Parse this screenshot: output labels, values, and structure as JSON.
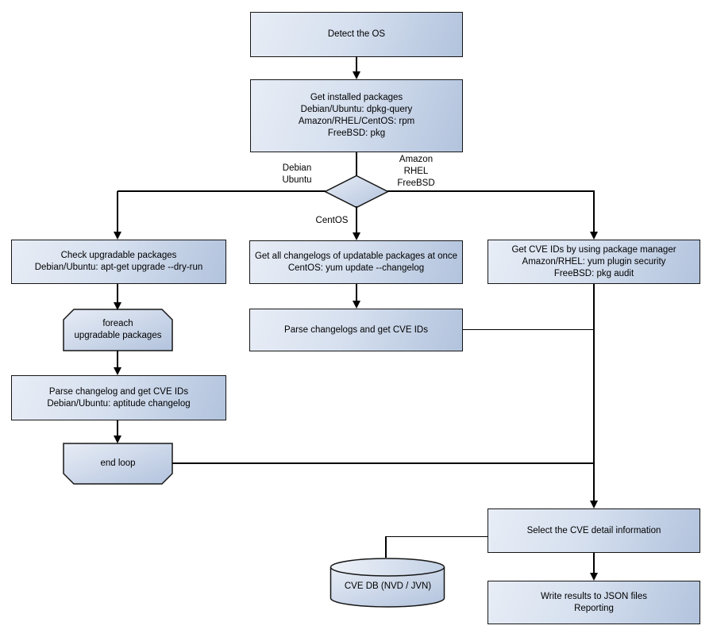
{
  "nodes": {
    "detect_os": {
      "label": "Detect the OS",
      "shape": "rect"
    },
    "get_installed_packages": {
      "label": "Get installed packages\nDebian/Ubuntu: dpkg-query\nAmazon/RHEL/CentOS: rpm\nFreeBSD: pkg",
      "shape": "rect"
    },
    "os_decision": {
      "label": "",
      "shape": "diamond"
    },
    "check_upgradable": {
      "label": "Check upgradable packages\nDebian/Ubuntu: apt-get upgrade --dry-run",
      "shape": "rect"
    },
    "foreach_loop": {
      "label": "foreach\nupgradable  packages",
      "shape": "loop-start"
    },
    "parse_changelog_deb": {
      "label": "Parse changelog and get  CVE IDs\nDebian/Ubuntu: aptitude changelog",
      "shape": "rect"
    },
    "end_loop": {
      "label": "end loop",
      "shape": "loop-end"
    },
    "get_all_changelogs": {
      "label": "Get all changelogs of updatable packages at once\nCentOS: yum update --changelog",
      "shape": "rect"
    },
    "parse_changelogs_centos": {
      "label": "Parse changelogs and get CVE IDs",
      "shape": "rect"
    },
    "get_cve_pkg_mgr": {
      "label": "Get CVE IDs by using package manager\nAmazon/RHEL: yum plugin security\nFreeBSD: pkg audit",
      "shape": "rect"
    },
    "select_cve_detail": {
      "label": "Select the CVE detail information",
      "shape": "rect"
    },
    "cve_db": {
      "label": "CVE DB (NVD / JVN)",
      "shape": "cylinder"
    },
    "write_results": {
      "label": "Write results to JSON files\nReporting",
      "shape": "rect"
    }
  },
  "edge_labels": {
    "debian_ubuntu": "Debian\nUbuntu",
    "amazon_rhel_freebsd": "Amazon\nRHEL\nFreeBSD",
    "centos": "CentOS"
  },
  "colors": {
    "node_fill_light": "#e8edf6",
    "node_fill_dark": "#b2c3dd",
    "node_border": "#161616",
    "connector": "#000000",
    "text": "#000000",
    "background": "#ffffff"
  }
}
